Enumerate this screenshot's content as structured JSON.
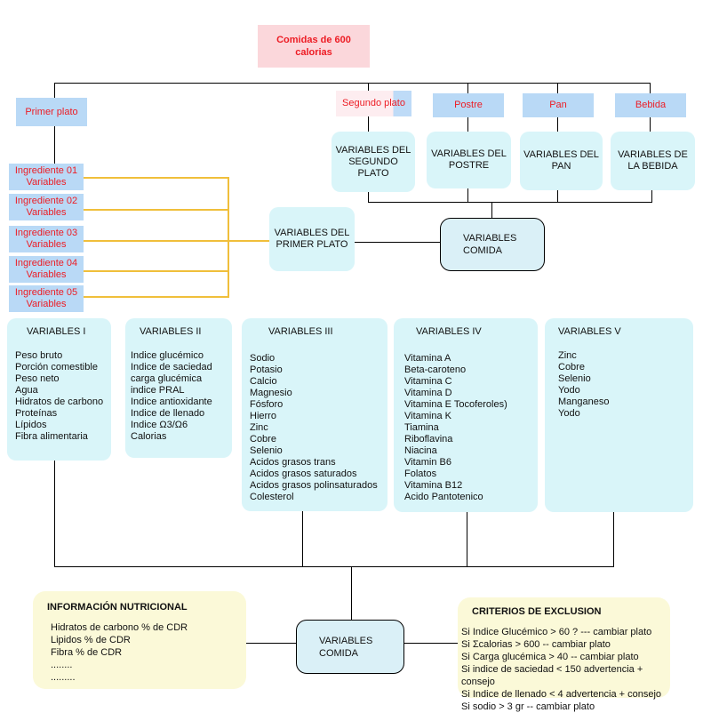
{
  "colors": {
    "accent_red": "#ed1c24",
    "box_blue": "#b9d9f6",
    "box_pink": "#fbd7db",
    "box_cyan": "#d9f5f9",
    "box_yellow": "#fbf9d8",
    "connector_orange": "#f0bf3b",
    "connector_black": "#000000"
  },
  "root": {
    "label": "Comidas  de 600 calorias"
  },
  "courses": {
    "primer": "Primer plato",
    "segundo": "Segundo  plato",
    "postre": "Postre",
    "pan": "Pan",
    "bebida": "Bebida"
  },
  "course_variable_nodes": {
    "segundo": "VARIABLES DEL SEGUNDO PLATO",
    "postre": "VARIABLES DEL POSTRE",
    "pan": "VARIABLES DEL PAN",
    "bebida": "VARIABLES DE LA BEBIDA",
    "primer": "VARIABLES DEL PRIMER PLATO"
  },
  "variables_comida": {
    "top": "VARIABLES COMIDA",
    "bottom": "VARIABLES COMIDA"
  },
  "ingredients": [
    {
      "name": "Ingrediente 01",
      "sub": "Variables"
    },
    {
      "name": "Ingrediente 02",
      "sub": "Variables"
    },
    {
      "name": "Ingrediente 03",
      "sub": "Variables"
    },
    {
      "name": "Ingrediente 04",
      "sub": "Variables"
    },
    {
      "name": "Ingrediente 05",
      "sub": "Variables"
    }
  ],
  "variable_groups": [
    {
      "title": "VARIABLES I",
      "items": [
        "Peso bruto",
        "Porción comestible",
        "Peso neto",
        "Agua",
        "Hidratos de carbono",
        "Proteínas",
        "Lípidos",
        "Fibra alimentaria"
      ]
    },
    {
      "title": "VARIABLES II",
      "items": [
        "Indice glucémico",
        "Indice de saciedad",
        "carga glucémica",
        "indice PRAL",
        "Indice antioxidante",
        "Indice de llenado",
        "Indice Ω3/Ω6",
        "Calorias"
      ]
    },
    {
      "title": "VARIABLES III",
      "items": [
        "Sodio",
        "Potasio",
        "Calcio",
        "Magnesio",
        "Fósforo",
        "Hierro",
        "Zinc",
        "Cobre",
        "Selenio",
        "Acidos grasos trans",
        "Acidos grasos saturados",
        "Acidos grasos polinsaturados",
        "Colesterol"
      ]
    },
    {
      "title": "VARIABLES IV",
      "items": [
        "Vitamina A",
        "Beta-caroteno",
        "Vitamina C",
        "Vitamina D",
        "Vitamina  E Tocoferoles)",
        "Vitamina K",
        "Tiamina",
        "Riboflavina",
        "Niacina",
        "Vitamin B6",
        "Folatos",
        "Vitamina B12",
        "Acido Pantotenico"
      ]
    },
    {
      "title": "VARIABLES V",
      "items": [
        "Zinc",
        "Cobre",
        "Selenio",
        "Yodo",
        "Manganeso",
        "Yodo"
      ]
    }
  ],
  "informacion_nutricional": {
    "title": "INFORMACIÓN NUTRICIONAL",
    "items": [
      "Hidratos de carbono % de  CDR",
      "Lipidos % de CDR",
      "Fibra % de CDR",
      "........",
      "........."
    ]
  },
  "criterios_exclusion": {
    "title": "CRITERIOS DE EXCLUSION",
    "items": [
      "Si Indice Glucémico > 60 ? --- cambiar plato",
      "Si Σcalorias > 600 -- cambiar plato",
      "Si Carga glucémica > 40 -- cambiar plato",
      "Si indice de saciedad < 150 advertencia + consejo",
      "Si Indice de llenado <  4 advertencia + consejo",
      "Si sodio >  3 gr -- cambiar plato"
    ]
  }
}
